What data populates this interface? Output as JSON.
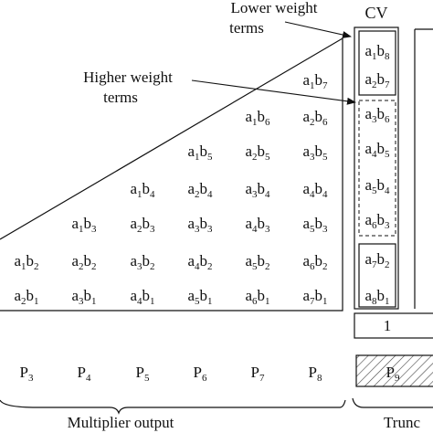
{
  "labels": {
    "lower_weight": [
      "Lower weight",
      "terms"
    ],
    "higher_weight": [
      "Higher weight",
      "terms"
    ],
    "cv": "CV",
    "constant": "1",
    "multiplier_output": "Multiplier output",
    "truncated": "Trunc"
  },
  "pp_rows": [
    [
      [
        "1",
        "7"
      ]
    ],
    [
      [
        "1",
        "6"
      ],
      [
        "2",
        "6"
      ]
    ],
    [
      [
        "1",
        "5"
      ],
      [
        "2",
        "5"
      ],
      [
        "3",
        "5"
      ]
    ],
    [
      [
        "1",
        "4"
      ],
      [
        "2",
        "4"
      ],
      [
        "3",
        "4"
      ],
      [
        "4",
        "4"
      ]
    ],
    [
      [
        "1",
        "3"
      ],
      [
        "2",
        "3"
      ],
      [
        "3",
        "3"
      ],
      [
        "4",
        "3"
      ],
      [
        "5",
        "3"
      ]
    ],
    [
      [
        "1",
        "2"
      ],
      [
        "2",
        "2"
      ],
      [
        "3",
        "2"
      ],
      [
        "4",
        "2"
      ],
      [
        "5",
        "2"
      ],
      [
        "6",
        "2"
      ]
    ],
    [
      [
        "2",
        "1"
      ],
      [
        "3",
        "1"
      ],
      [
        "4",
        "1"
      ],
      [
        "5",
        "1"
      ],
      [
        "6",
        "1"
      ],
      [
        "7",
        "1"
      ]
    ]
  ],
  "cv_terms": {
    "lower": [
      [
        "1",
        "8"
      ],
      [
        "2",
        "7"
      ]
    ],
    "higher": [
      [
        "3",
        "6"
      ],
      [
        "4",
        "5"
      ],
      [
        "5",
        "4"
      ],
      [
        "6",
        "3"
      ]
    ],
    "bottom": [
      [
        "7",
        "2"
      ],
      [
        "8",
        "1"
      ]
    ]
  },
  "outputs": [
    [
      "P",
      "3"
    ],
    [
      "P",
      "4"
    ],
    [
      "P",
      "5"
    ],
    [
      "P",
      "6"
    ],
    [
      "P",
      "7"
    ],
    [
      "P",
      "8"
    ]
  ],
  "truncated_output": [
    "P",
    "9"
  ],
  "colors": {
    "ink": "#111111",
    "background": "#ffffff"
  }
}
